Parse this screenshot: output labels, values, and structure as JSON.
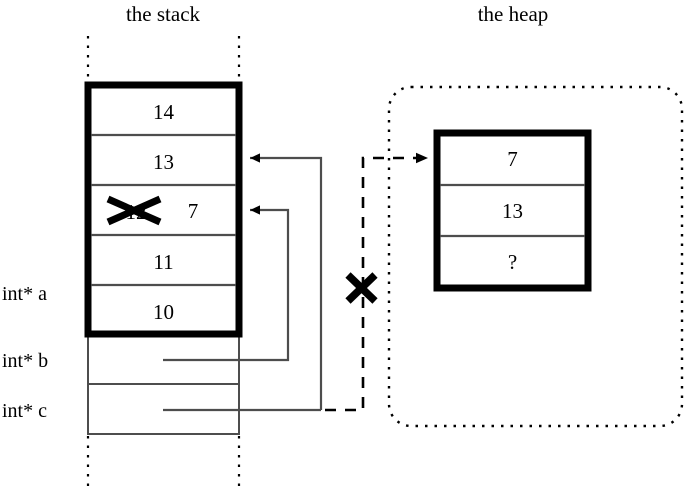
{
  "diagram": {
    "type": "memory-diagram",
    "description": "C pointer memory diagram showing the stack and the heap"
  },
  "titles": {
    "stack": "the stack",
    "heap": "the heap"
  },
  "stack": {
    "frame_cells": [
      {
        "value": "14",
        "index": 0
      },
      {
        "value": "13",
        "index": 1
      },
      {
        "value": "12",
        "index": 2,
        "struck_out": true,
        "replacement": "7"
      },
      {
        "value": "11",
        "index": 3
      },
      {
        "value": "10",
        "index": 4
      }
    ],
    "struck_value": "12",
    "new_value": "7",
    "pointer_rows": [
      {
        "label": "int* a",
        "index": 0
      },
      {
        "label": "int* b",
        "index": 1
      },
      {
        "label": "int* c",
        "index": 2
      }
    ]
  },
  "heap": {
    "cells": [
      {
        "value": "7",
        "index": 0
      },
      {
        "value": "13",
        "index": 1
      },
      {
        "value": "?",
        "index": 2
      }
    ]
  },
  "annotations": {
    "cancel_mark": "X",
    "strikeout_mark": "X"
  },
  "colors": {
    "stroke": "#000000",
    "thin_stroke": "#4d4d4d",
    "background": "#ffffff"
  }
}
